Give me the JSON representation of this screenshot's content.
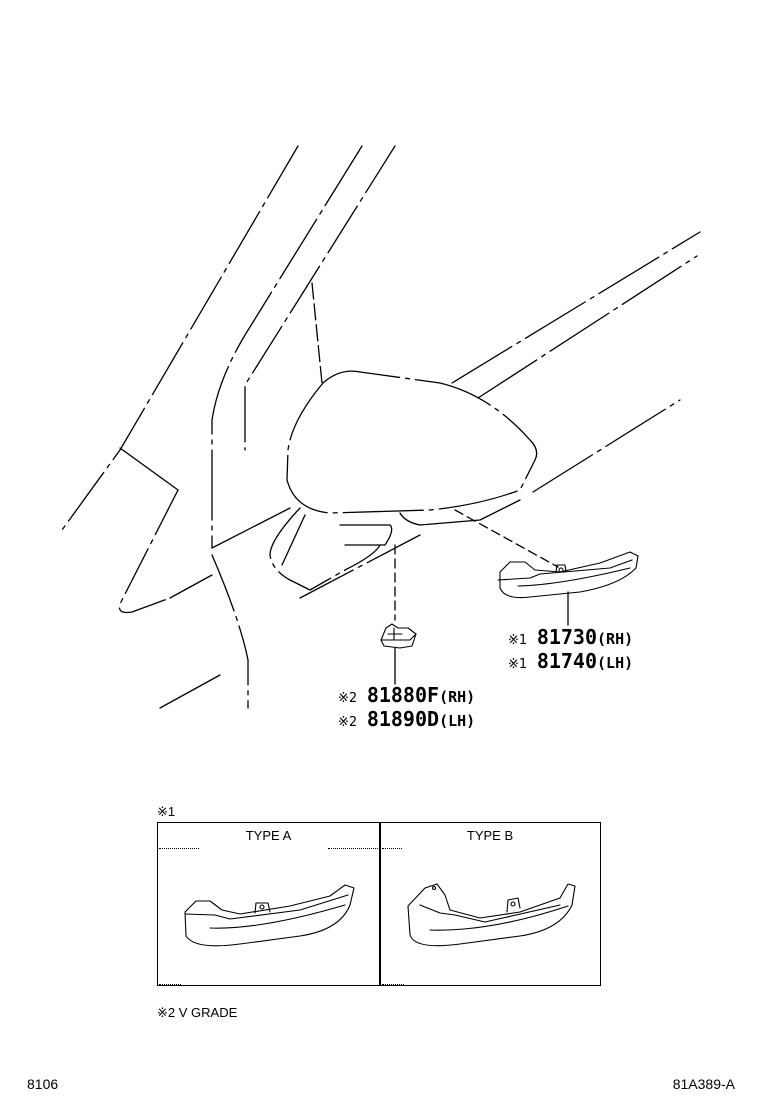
{
  "callouts": {
    "turn_signal": {
      "lines": [
        {
          "mark": "※1",
          "part": "81730",
          "side": "(RH)"
        },
        {
          "mark": "※1",
          "part": "81740",
          "side": "(LH)"
        }
      ]
    },
    "lamp": {
      "lines": [
        {
          "mark": "※2",
          "part": "81880F",
          "side": "(RH)"
        },
        {
          "mark": "※2",
          "part": "81890D",
          "side": "(LH)"
        }
      ]
    }
  },
  "note1": {
    "label": "※1",
    "table": {
      "columns": [
        {
          "header": "TYPE A"
        },
        {
          "header": "TYPE B"
        }
      ]
    }
  },
  "note2": {
    "label": "※2 V GRADE"
  },
  "footer": {
    "page_code": "8106",
    "drawing_code": "81A389-A"
  }
}
